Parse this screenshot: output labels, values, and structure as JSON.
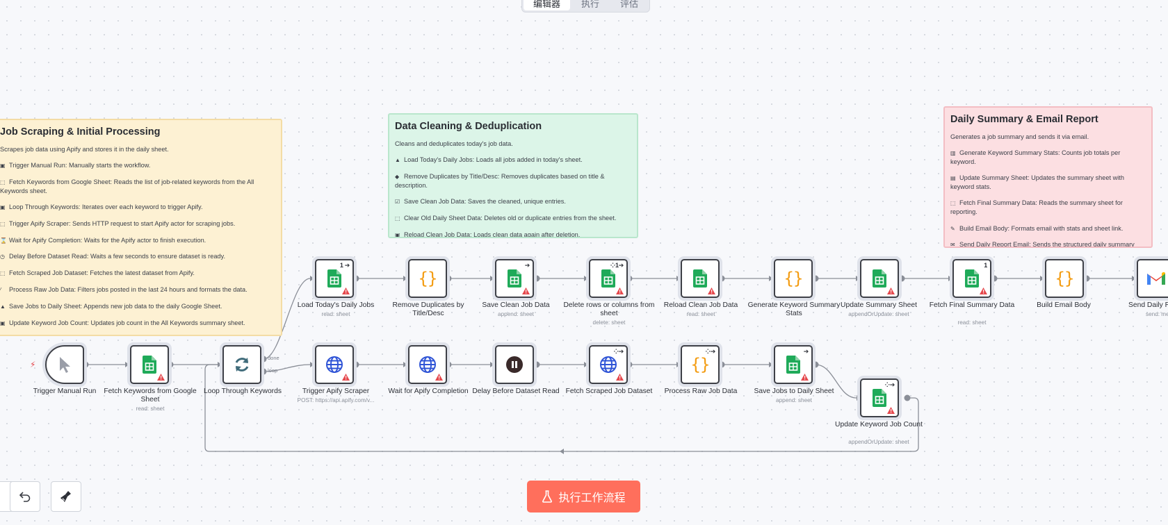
{
  "tabs": [
    {
      "label": "编辑器",
      "active": true
    },
    {
      "label": "执行",
      "active": false
    },
    {
      "label": "评估",
      "active": false
    }
  ],
  "notes": {
    "scraping": {
      "title": "Job Scraping & Initial Processing",
      "description": "Scrapes job data using Apify and stores it in the daily sheet.",
      "items": [
        {
          "icon": "▣",
          "text": "Trigger Manual Run: Manually starts the workflow."
        },
        {
          "icon": "⬚",
          "text": "Fetch Keywords from Google Sheet: Reads the list of job-related keywords from the All Keywords sheet."
        },
        {
          "icon": "▣",
          "text": "Loop Through Keywords: Iterates over each keyword to trigger Apify."
        },
        {
          "icon": "⬚",
          "text": "Trigger Apify Scraper: Sends HTTP request to start Apify actor for scraping jobs."
        },
        {
          "icon": "⌛",
          "text": "Wait for Apify Completion: Waits for the Apify actor to finish execution."
        },
        {
          "icon": "◷",
          "text": "Delay Before Dataset Read: Waits a few seconds to ensure dataset is ready."
        },
        {
          "icon": "⬚",
          "text": "Fetch Scraped Job Dataset: Fetches the latest dataset from Apify."
        },
        {
          "icon": "⁄",
          "text": "Process Raw Job Data: Filters jobs posted in the last 24 hours and formats the data."
        },
        {
          "icon": "▲",
          "text": "Save Jobs to Daily Sheet: Appends new job data to the daily Google Sheet."
        },
        {
          "icon": "▣",
          "text": "Update Keyword Job Count: Updates job count in the All Keywords summary sheet."
        }
      ]
    },
    "cleaning": {
      "title": "Data Cleaning & Deduplication",
      "description": "Cleans and deduplicates today's job data.",
      "items": [
        {
          "icon": "▲",
          "text": "Load Today's Daily Jobs: Loads all jobs added in today's sheet."
        },
        {
          "icon": "◆",
          "text": "Remove Duplicates by Title/Desc: Removes duplicates based on title & description."
        },
        {
          "icon": "☑",
          "text": "Save Clean Job Data: Saves the cleaned, unique entries."
        },
        {
          "icon": "⬚",
          "text": "Clear Old Daily Sheet Data: Deletes old or duplicate entries from the sheet."
        },
        {
          "icon": "▣",
          "text": "Reload Clean Job Data: Loads clean data again after deletion."
        }
      ]
    },
    "summary": {
      "title": "Daily Summary & Email Report",
      "description": "Generates a job summary and sends it via email.",
      "items": [
        {
          "icon": "▥",
          "text": "Generate Keyword Summary Stats: Counts job totals per keyword."
        },
        {
          "icon": "▤",
          "text": "Update Summary Sheet: Updates the summary sheet with keyword stats."
        },
        {
          "icon": "⬚",
          "text": "Fetch Final Summary Data: Reads the summary sheet for reporting."
        },
        {
          "icon": "✎",
          "text": "Build Email Body: Formats email with stats and sheet link."
        },
        {
          "icon": "✉",
          "text": "Send Daily Report Email: Sends the structured daily summary email to recipients."
        }
      ]
    }
  },
  "nodes": {
    "trigger_manual": {
      "label": "Trigger Manual Run",
      "icon": "cursor-icon"
    },
    "fetch_keywords": {
      "label": "Fetch Keywords from Google Sheet",
      "sub": "read: sheet",
      "icon": "google-sheets-icon"
    },
    "loop_keywords": {
      "label": "Loop Through Keywords",
      "icon": "loop-icon",
      "port_done": "done",
      "port_loop": "loop"
    },
    "trigger_apify": {
      "label": "Trigger Apify Scraper",
      "sub": "POST: https://api.apify.com/v...",
      "icon": "globe-icon"
    },
    "wait_apify": {
      "label": "Wait for Apify Completion",
      "icon": "globe-icon"
    },
    "delay_dataset": {
      "label": "Delay Before Dataset Read",
      "icon": "pause-icon"
    },
    "fetch_dataset": {
      "label": "Fetch Scraped Job Dataset",
      "icon": "globe-icon"
    },
    "process_raw": {
      "label": "Process Raw Job Data",
      "icon": "code-icon"
    },
    "save_daily": {
      "label": "Save Jobs to Daily Sheet",
      "sub": "append: sheet",
      "icon": "google-sheets-icon"
    },
    "update_count": {
      "label": "Update Keyword Job Count",
      "sub": "appendOrUpdate: sheet",
      "icon": "google-sheets-icon"
    },
    "load_today": {
      "label": "Load Today's Daily Jobs",
      "sub": "read: sheet",
      "badge": "1",
      "icon": "google-sheets-icon"
    },
    "remove_dupes": {
      "label": "Remove Duplicates by Title/Desc",
      "icon": "code-icon"
    },
    "save_clean": {
      "label": "Save Clean Job Data",
      "sub": "append: sheet",
      "icon": "google-sheets-icon"
    },
    "delete_rows": {
      "label": "Delete rows or columns from sheet",
      "sub": "delete: sheet",
      "badge": "1",
      "icon": "google-sheets-icon"
    },
    "reload_clean": {
      "label": "Reload Clean Job Data",
      "sub": "read: sheet",
      "icon": "google-sheets-icon"
    },
    "gen_stats": {
      "label": "Generate Keyword Summary Stats",
      "icon": "code-icon"
    },
    "update_summary": {
      "label": "Update Summary Sheet",
      "sub": "appendOrUpdate: sheet",
      "icon": "google-sheets-icon"
    },
    "fetch_summary": {
      "label": "Fetch Final Summary Data",
      "sub": "read: sheet",
      "badge": "1",
      "icon": "google-sheets-icon"
    },
    "build_email": {
      "label": "Build Email Body",
      "icon": "code-icon"
    },
    "send_email": {
      "label": "Send Daily Repo",
      "sub": "send: messa",
      "icon": "gmail-icon"
    }
  },
  "run_button": {
    "label": "执行工作流程",
    "icon": "flask-icon"
  },
  "colors": {
    "run_button": "#ff6f5c",
    "sheets_green": "#1faa59",
    "code_orange": "#f39c12",
    "globe_blue": "#2f54d6",
    "warning_red": "#e5484d",
    "note_yellow": "#fdf1d3",
    "note_green": "#dcf5e8",
    "note_red": "#fcdfe2"
  }
}
